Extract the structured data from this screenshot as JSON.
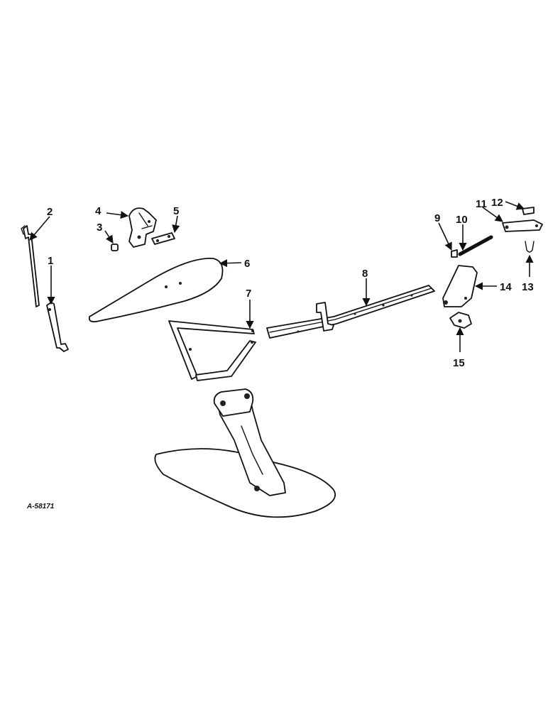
{
  "diagram": {
    "reference_code": "A-58171",
    "callouts": [
      "1",
      "2",
      "3",
      "4",
      "5",
      "6",
      "7",
      "8",
      "9",
      "10",
      "11",
      "12",
      "13",
      "14",
      "15"
    ],
    "colors": {
      "ink": "#111111",
      "paper": "#ffffff"
    }
  }
}
